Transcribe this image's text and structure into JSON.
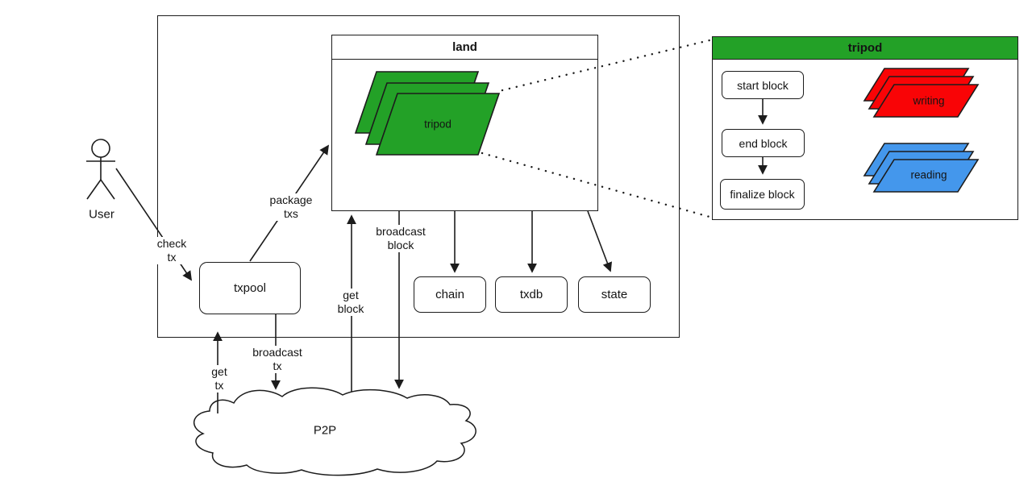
{
  "diagram": {
    "actor": {
      "label": "User"
    },
    "land": {
      "title": "land",
      "stack_label": "tripod"
    },
    "tripod_panel": {
      "title": "tripod",
      "flow": [
        "start block",
        "end block",
        "finalize block"
      ],
      "writing_label": "writing",
      "reading_label": "reading"
    },
    "nodes": {
      "txpool": "txpool",
      "chain": "chain",
      "txdb": "txdb",
      "state": "state"
    },
    "cloud": {
      "label": "P2P"
    },
    "edges": {
      "check_tx": "check\ntx",
      "package_txs": "package\ntxs",
      "get_tx": "get\ntx",
      "broadcast_tx": "broadcast\ntx",
      "get_block": "get\nblock",
      "broadcast_block": "broadcast\nblock"
    },
    "colors": {
      "green": "#23a127",
      "red": "#f90406",
      "blue": "#4497ec",
      "line": "#1c1c1c"
    }
  }
}
